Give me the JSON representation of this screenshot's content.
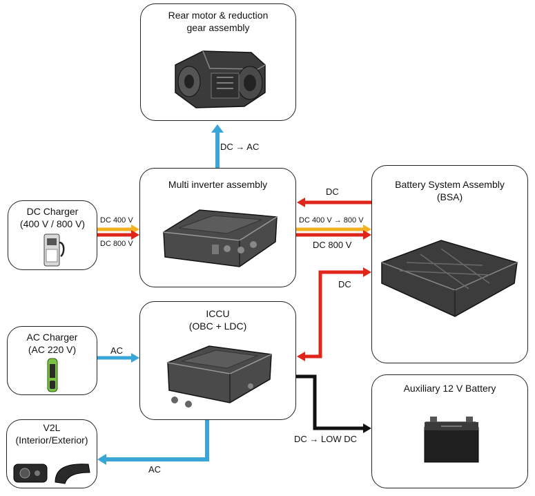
{
  "colors": {
    "dc_red": "#e0261b",
    "dc_yellow": "#f2b21f",
    "ac_blue": "#3aa6d8",
    "low_dc_black": "#111111",
    "box_border": "#222222"
  },
  "components": {
    "rear_motor": {
      "line1": "Rear motor & reduction",
      "line2": "gear assembly",
      "picture": "motor-gear-illustration"
    },
    "multi_inverter": {
      "title": "Multi inverter assembly",
      "picture": "inverter-illustration"
    },
    "battery_system": {
      "line1": "Battery System Assembly",
      "line2": "(BSA)",
      "picture": "battery-pack-illustration"
    },
    "dc_charger": {
      "line1": "DC Charger",
      "line2": "(400 V / 800 V)",
      "picture": "dc-charging-station-icon"
    },
    "iccu": {
      "line1": "ICCU",
      "line2": "(OBC + LDC)",
      "picture": "iccu-illustration"
    },
    "ac_charger": {
      "line1": "AC Charger",
      "line2": "(AC 220 V)",
      "picture": "ac-charging-plug-icon"
    },
    "aux_battery": {
      "title": "Auxiliary 12 V Battery",
      "picture": "12v-battery-illustration"
    },
    "v2l": {
      "line1": "V2L",
      "line2": "(Interior/Exterior)",
      "picture": "v2l-adapter-icons"
    }
  },
  "flows": {
    "inverter_to_motor": "DC → AC",
    "bsa_to_inverter": "DC",
    "inverter_to_bsa_upper": "DC 400 V → 800 V",
    "inverter_to_bsa_lower": "DC 800 V",
    "dc_charger_400": "DC 400 V",
    "dc_charger_800": "DC 800 V",
    "bsa_iccu": "DC",
    "ac_charger_to_iccu": "AC",
    "iccu_to_aux": "DC → LOW DC",
    "iccu_to_v2l": "AC"
  }
}
